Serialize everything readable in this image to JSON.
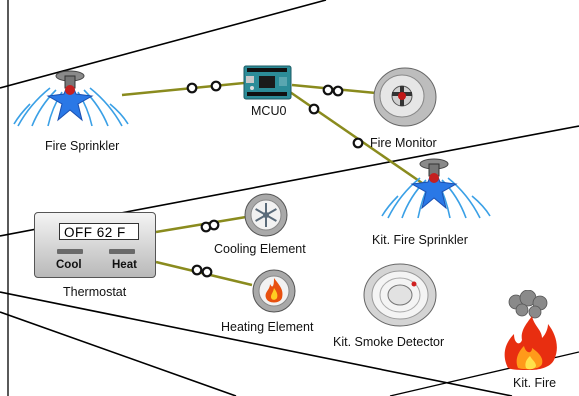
{
  "canvas": {
    "background": "#ffffff",
    "link_color": "#8a8b1e",
    "connector_color": "#7a7a10"
  },
  "devices": {
    "fire_sprinkler": {
      "label": "Fire Sprinkler",
      "icon": "sprinkler-icon"
    },
    "mcu": {
      "label": "MCU0",
      "icon": "microcontroller-board-icon"
    },
    "fire_monitor": {
      "label": "Fire Monitor",
      "icon": "fire-monitor-icon"
    },
    "kit_fire_sprinkler": {
      "label": "Kit. Fire Sprinkler",
      "icon": "sprinkler-icon"
    },
    "thermostat": {
      "label": "Thermostat",
      "icon": "thermostat-icon",
      "display": "OFF  62 F",
      "cool_label": "Cool",
      "heat_label": "Heat"
    },
    "cooling_element": {
      "label": "Cooling Element",
      "icon": "snowflake-icon"
    },
    "heating_element": {
      "label": "Heating Element",
      "icon": "flame-icon"
    },
    "kit_smoke_detector": {
      "label": "Kit. Smoke Detector",
      "icon": "smoke-detector-icon"
    },
    "kit_fire": {
      "label": "Kit. Fire",
      "icon": "fire-icon"
    }
  }
}
